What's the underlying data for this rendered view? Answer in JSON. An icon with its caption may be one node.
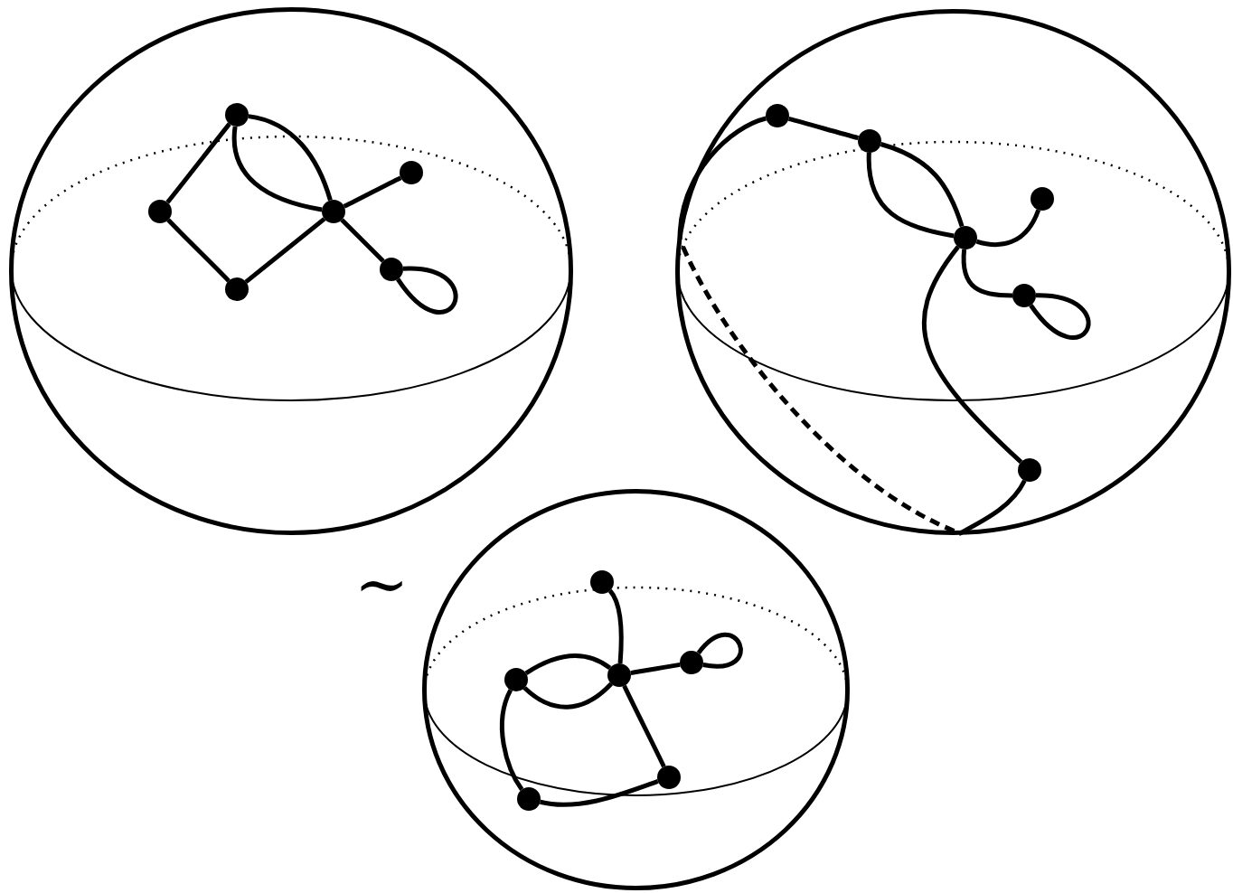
{
  "diagram": {
    "nodes": [
      {
        "text": [],
        "shape": "circle"
      },
      {
        "text": [],
        "shape": "circle",
        "in": 0
      },
      {
        "text": [],
        "shape": "circle",
        "in": 0
      },
      {
        "text": [],
        "shape": "circle",
        "in": 0
      },
      {
        "text": [],
        "shape": "circle",
        "in": 0
      },
      {
        "text": [],
        "shape": "circle",
        "in": 0
      },
      {
        "text": [],
        "shape": "circle",
        "in": 0
      },
      {
        "text": [],
        "shape": "circle"
      },
      {
        "text": [],
        "shape": "circle",
        "in": 7
      },
      {
        "text": [],
        "shape": "circle",
        "in": 7
      },
      {
        "text": [],
        "shape": "circle",
        "in": 7
      },
      {
        "text": [],
        "shape": "circle",
        "in": 7
      },
      {
        "text": [],
        "shape": "circle",
        "in": 7
      },
      {
        "text": [],
        "shape": "circle",
        "in": 7
      },
      {
        "text": [],
        "shape": "circle"
      },
      {
        "text": [],
        "shape": "circle",
        "in": 14
      },
      {
        "text": [],
        "shape": "circle",
        "in": 14
      },
      {
        "text": [],
        "shape": "circle",
        "in": 14
      },
      {
        "text": [],
        "shape": "circle",
        "in": 14
      },
      {
        "text": [],
        "shape": "circle",
        "in": 14
      },
      {
        "text": [],
        "shape": "circle",
        "in": 14
      }
    ],
    "edges": [
      {
        "from": 1,
        "to": 3,
        "arrow": "none"
      },
      {
        "from": 3,
        "to": 6,
        "arrow": "none"
      },
      {
        "from": 6,
        "to": 4,
        "arrow": "none"
      },
      {
        "from": 1,
        "to": 4,
        "arrow": "none"
      },
      {
        "from": 1,
        "to": 4,
        "arrow": "none"
      },
      {
        "from": 4,
        "to": 2,
        "arrow": "none"
      },
      {
        "from": 4,
        "to": 5,
        "arrow": "none"
      },
      {
        "from": 5,
        "to": 5,
        "arrow": "none"
      },
      {
        "from": 8,
        "to": 9,
        "arrow": "none"
      },
      {
        "from": 9,
        "to": 11,
        "arrow": "none"
      },
      {
        "from": 9,
        "to": 11,
        "arrow": "none"
      },
      {
        "from": 11,
        "to": 10,
        "arrow": "none"
      },
      {
        "from": 11,
        "to": 12,
        "arrow": "none"
      },
      {
        "from": 12,
        "to": 12,
        "arrow": "none"
      },
      {
        "from": 11,
        "to": 13,
        "arrow": "none"
      },
      {
        "from": 13,
        "to": 8,
        "arrow": "none",
        "style": "dashed"
      },
      {
        "from": 15,
        "to": 17,
        "arrow": "none"
      },
      {
        "from": 18,
        "to": 17,
        "arrow": "none"
      },
      {
        "from": 18,
        "to": 17,
        "arrow": "none"
      },
      {
        "from": 17,
        "to": 16,
        "arrow": "none"
      },
      {
        "from": 16,
        "to": 16,
        "arrow": "none"
      },
      {
        "from": 17,
        "to": 19,
        "arrow": "none"
      },
      {
        "from": 19,
        "to": 20,
        "arrow": "none"
      },
      {
        "from": 18,
        "to": 20,
        "arrow": "none"
      }
    ],
    "labels": [
      "∼"
    ]
  }
}
